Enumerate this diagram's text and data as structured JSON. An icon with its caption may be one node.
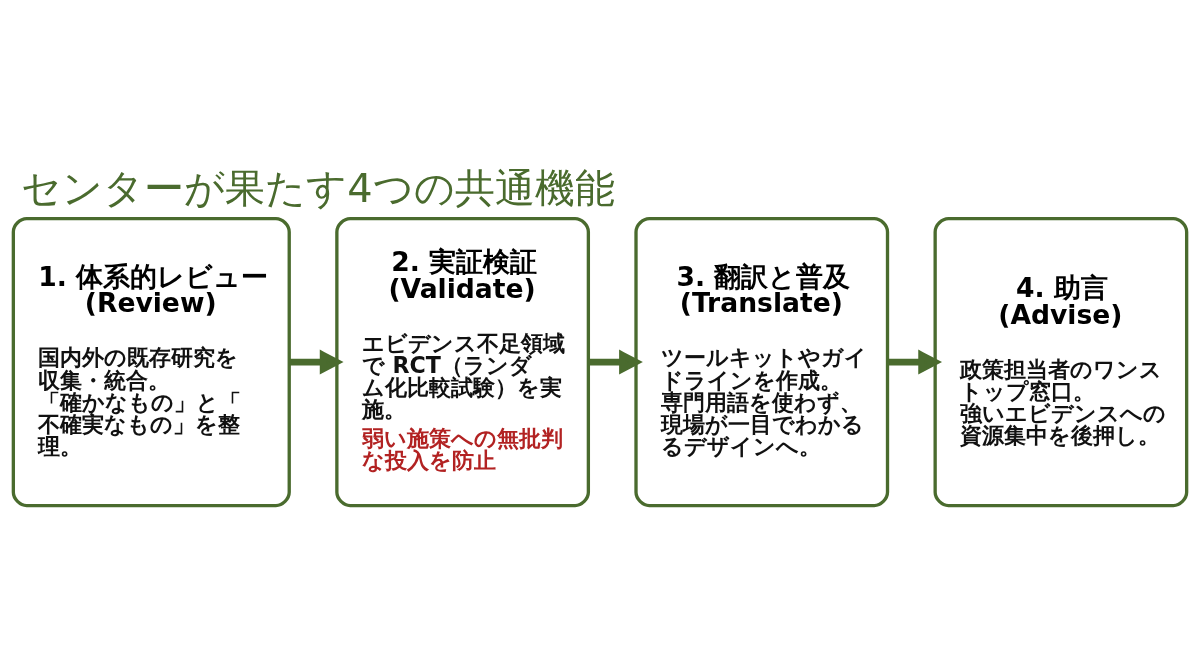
{
  "diagram": {
    "title": "センターが果たす4つの共通機能",
    "nodes": [
      {
        "text": [
          "1. 体系的レビュー (Review)",
          "国内外の既存研究を収集・統合。「確かなもの」と「不確実なもの」を整理。"
        ]
      },
      {
        "text": [
          "2. 実証検証 (Validate)",
          "エビデンス不足領域で RCT（ランダム化比較試験）を実施。",
          "弱い施策への無批判な投入を防止"
        ]
      },
      {
        "text": [
          "3. 翻訳と普及 (Translate)",
          "ツールキットやガイドラインを作成。専門用語を使わず、現場が一目でわかるるデザインへ。"
        ]
      },
      {
        "text": [
          "4. 助言 (Advise)",
          "政策担当者のワンストップ窓口。強いエビデンスへの資源集中を後押し。"
        ]
      }
    ],
    "edges": [
      {
        "from": 0,
        "to": 1,
        "arrow": "to"
      },
      {
        "from": 1,
        "to": 2,
        "arrow": "to"
      },
      {
        "from": 2,
        "to": 3,
        "arrow": "to"
      }
    ]
  }
}
